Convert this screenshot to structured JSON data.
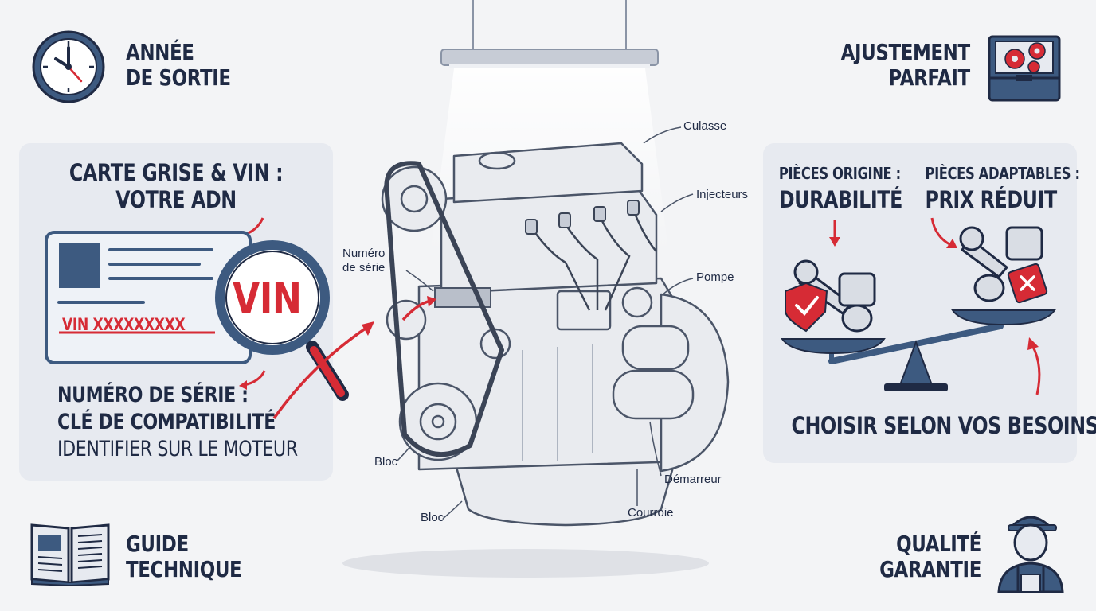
{
  "corners": {
    "top_left": {
      "line1": "ANNÉE",
      "line2": "DE SORTIE",
      "icon": "clock-icon"
    },
    "top_right": {
      "line1": "AJUSTEMENT",
      "line2": "PARFAIT",
      "icon": "toolbox-gears-icon"
    },
    "bottom_left": {
      "line1": "GUIDE",
      "line2": "TECHNIQUE",
      "icon": "open-book-icon"
    },
    "bottom_right": {
      "line1": "QUALITÉ",
      "line2": "GARANTIE",
      "icon": "mechanic-icon"
    }
  },
  "left_panel": {
    "title_line1": "CARTE GRISE & VIN :",
    "title_line2": "VOTRE ADN",
    "card_vin_text": "VIN XXXXXXXXXXXXX",
    "magnifier_text": "VIN",
    "serial_line1": "NUMÉRO DE SÉRIE :",
    "serial_line2": "CLÉ DE COMPATIBILITÉ",
    "serial_line3": "IDENTIFIER SUR LE MOTEUR"
  },
  "engine_labels": {
    "culasse": "Culasse",
    "injecteurs": "Injecteurs",
    "numero_line1": "Numéro",
    "numero_line2": "de série",
    "pompe": "Pompe",
    "bloc_upper": "Bloc",
    "bloc_lower": "Bloc",
    "demarreur": "Démarreur",
    "courroie": "Courroie"
  },
  "right_panel": {
    "origin_label": "PIÈCES ORIGINE :",
    "origin_value": "DURABILITÉ",
    "adapt_label": "PIÈCES ADAPTABLES :",
    "adapt_value": "PRIX RÉDUIT",
    "footer": "CHOISIR SELON VOS BESOINS"
  },
  "colors": {
    "navy": "#1f2a44",
    "steel": "#3d5a80",
    "red": "#d62b35",
    "panel": "#e7eaf0",
    "background": "#f3f4f6"
  }
}
